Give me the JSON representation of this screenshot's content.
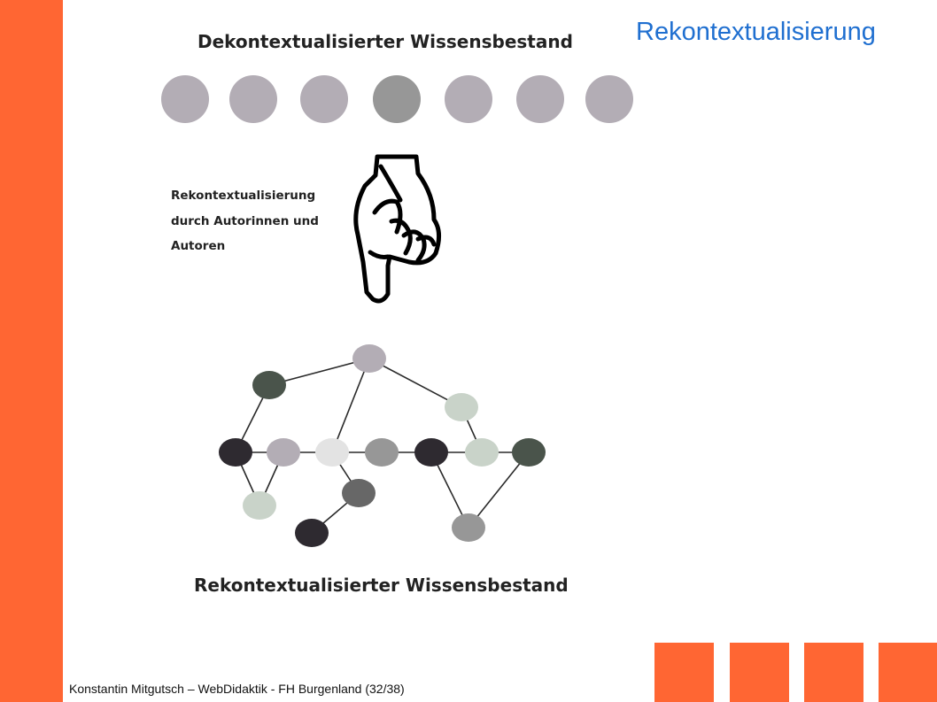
{
  "slide": {
    "title": "Rekontextualisierung",
    "footer": "Konstantin Mitgutsch – WebDidaktik - FH Burgenland  (32/38)"
  },
  "diagram": {
    "top_heading": "Dekontextualisierter Wissensbestand",
    "caption_lines": [
      "Rekontextualisierung",
      "durch Autorinnen und",
      "Autoren"
    ],
    "bottom_heading": "Rekontextualisierter Wissensbestand",
    "hand_icon": "pointing-hand-down-icon"
  },
  "colors": {
    "accent_orange": "#ff6633",
    "title_blue": "#1f6fd0",
    "node_light_gray": "#b3adb5",
    "node_mid_gray": "#979797",
    "node_dark_green": "#4a544b",
    "node_near_black": "#2e2a30",
    "node_pale_green": "#c9d3c9",
    "node_white_gray": "#e3e3e3"
  }
}
